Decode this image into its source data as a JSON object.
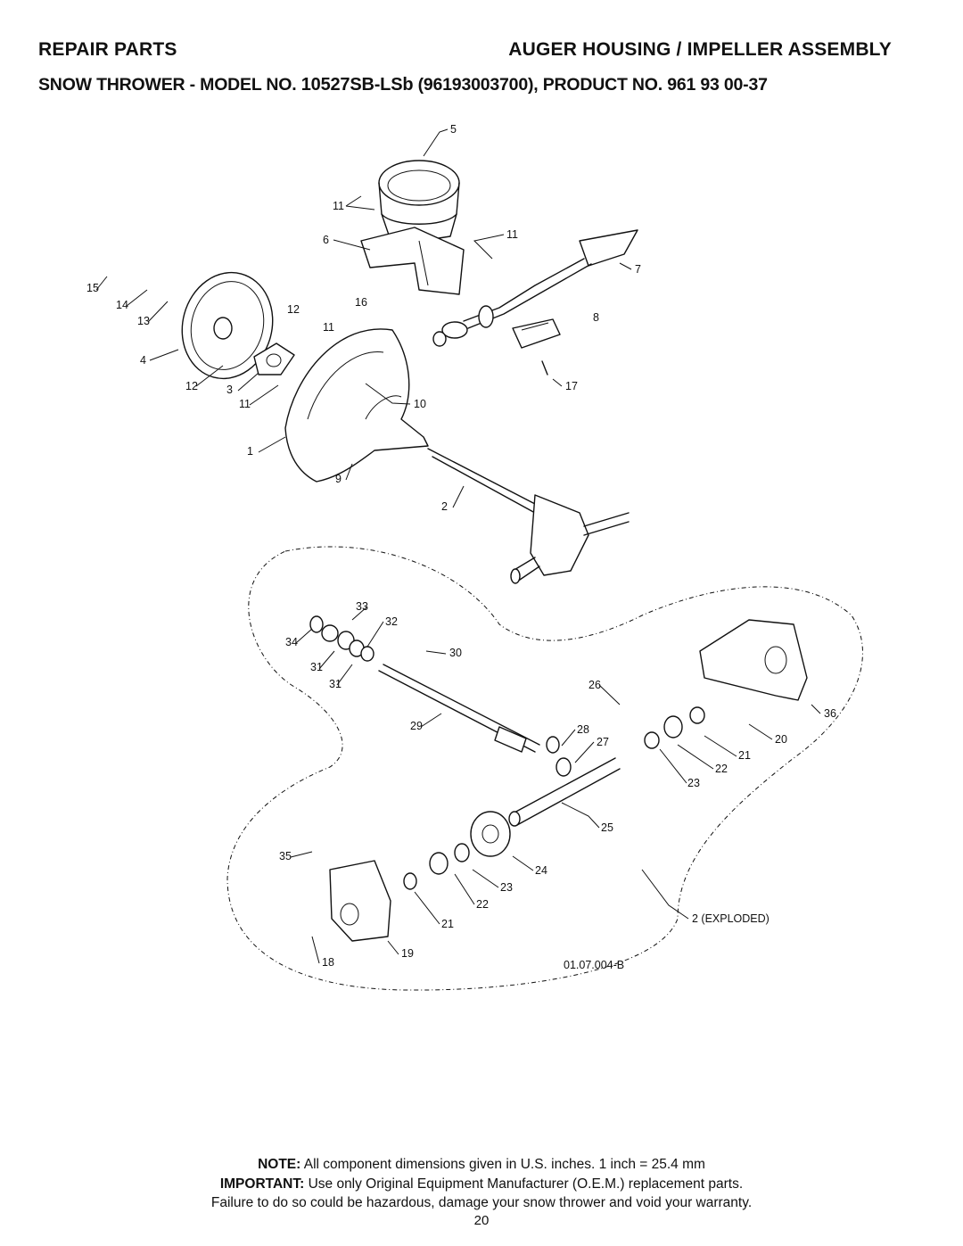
{
  "header": {
    "left": "REPAIR PARTS",
    "right": "AUGER HOUSING / IMPELLER ASSEMBLY"
  },
  "subheader": {
    "prefix": "SNOW THROWER - MODEL NO. ",
    "model": "10527SB-LSb",
    "suffix": " (96193003700), PRODUCT NO. 961 93 00-37"
  },
  "diagram": {
    "callouts": [
      "5",
      "11",
      "6",
      "11",
      "7",
      "15",
      "14",
      "13",
      "16",
      "12",
      "8",
      "11",
      "4",
      "12",
      "3",
      "11",
      "10",
      "17",
      "1",
      "9",
      "2",
      "33",
      "32",
      "34",
      "30",
      "31",
      "31",
      "26",
      "36",
      "29",
      "28",
      "27",
      "20",
      "21",
      "22",
      "23",
      "25",
      "35",
      "24",
      "23",
      "22",
      "21",
      "2 (EXPLODED)",
      "18",
      "19"
    ],
    "figure_id": "01.07.004-B"
  },
  "footer": {
    "note_label": "NOTE:",
    "note_text": " All component dimensions given in U.S. inches.    1 inch = 25.4 mm",
    "important_label": "IMPORTANT:",
    "important_text": " Use only Original Equipment Manufacturer (O.E.M.) replacement parts.",
    "warning": "Failure to do so could be hazardous, damage your snow thrower and void your warranty.",
    "page_number": "20"
  }
}
